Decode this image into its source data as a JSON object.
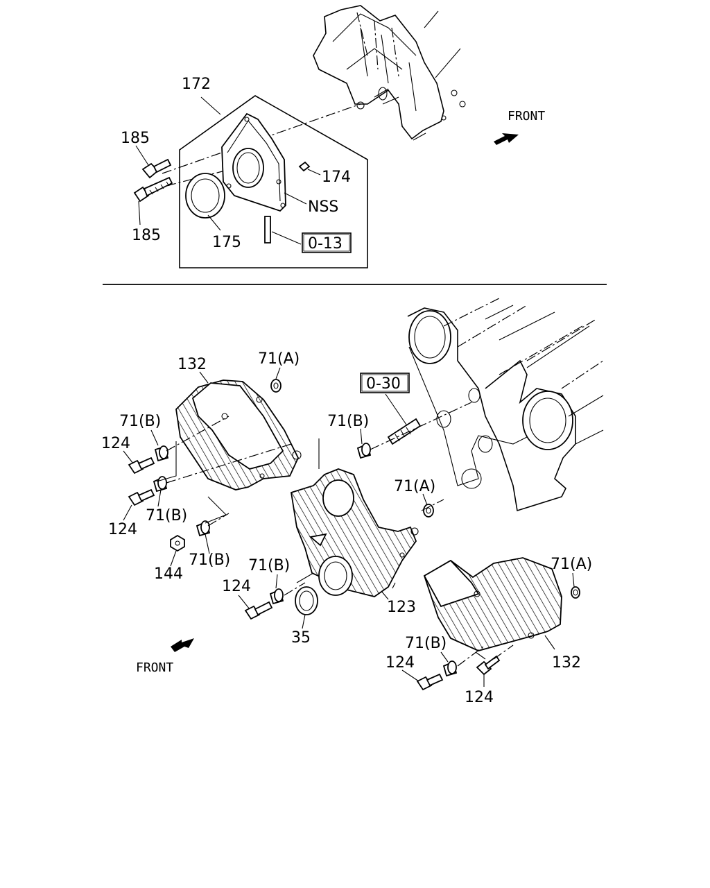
{
  "callouts": {
    "c172": "172",
    "c185a": "185",
    "c185b": "185",
    "c174": "174",
    "cNSS": "NSS",
    "c175": "175",
    "c132a": "132",
    "c71A_1": "71(A)",
    "c71B_1": "71(B)",
    "c124_1": "124",
    "c124_2": "124",
    "c71B_2": "71(B)",
    "c71B_3": "71(B)",
    "c144": "144",
    "c71B_4": "71(B)",
    "c71A_2": "71(A)",
    "c71B_5": "71(B)",
    "c124_3": "124",
    "c123": "123",
    "c35": "35",
    "c71A_3": "71(A)",
    "c71B_6": "71(B)",
    "c124_4": "124",
    "c132b": "132",
    "c124_5": "124"
  },
  "refs": {
    "ref_0_13": "0-13",
    "ref_0_30": "0-30"
  },
  "front": {
    "top": "FRONT",
    "bottom": "FRONT"
  }
}
